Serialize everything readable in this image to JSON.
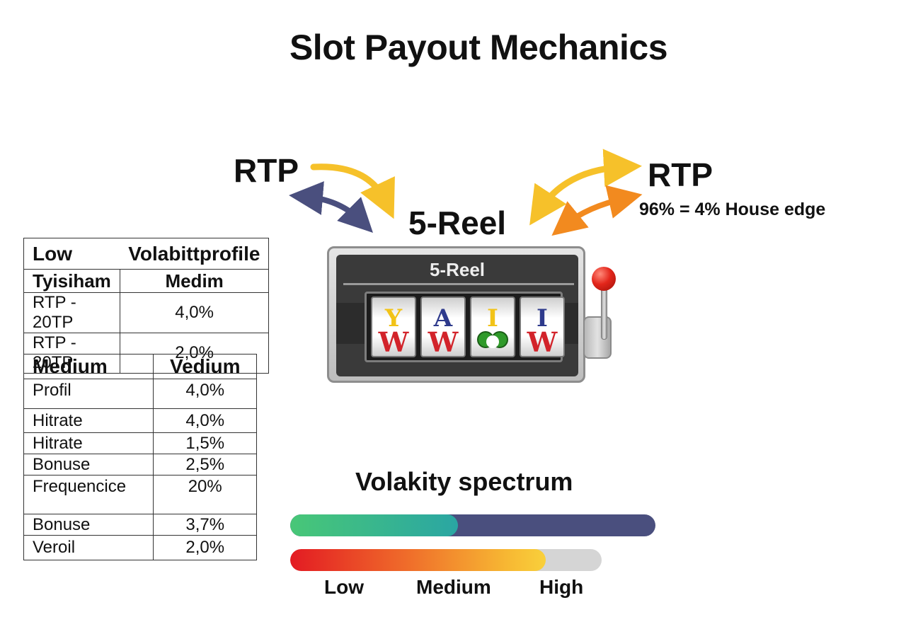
{
  "title": "Slot Payout Mechanics",
  "rtp_left": "RTP",
  "rtp_right": "RTP",
  "house_edge": "96% = 4% House edge",
  "reel_label": "5-Reel",
  "machine": {
    "screen_title": "5-Reel",
    "reels": [
      {
        "top": "Y",
        "bottom": "W",
        "top_color": "#f2c318"
      },
      {
        "top": "A",
        "bottom": "W",
        "top_color": "#2e3a8c"
      },
      {
        "top": "I",
        "bottom": "",
        "top_color": "#f2c318"
      },
      {
        "top": "I",
        "bottom": "W",
        "top_color": "#2e3a8c"
      }
    ]
  },
  "table_low": {
    "header": [
      "Low",
      "Volabittprofile"
    ],
    "subheader": [
      "Tyisiham",
      "Medim"
    ],
    "rows": [
      [
        "RTP - 20TP",
        "4,0%"
      ],
      [
        "RTP - 20TP",
        "2,0%"
      ]
    ]
  },
  "table_medium": {
    "header": [
      "Medium",
      "Vedium"
    ],
    "rows": [
      [
        "Profil",
        "4,0%"
      ],
      [
        "Hitrate",
        "4,0%"
      ],
      [
        "Hitrate",
        "1,5%"
      ],
      [
        "Bonuse",
        "2,5%"
      ],
      [
        "Frequencice",
        "20%"
      ],
      [
        "Bonuse",
        "3,7%"
      ],
      [
        "Veroil",
        "2,0%"
      ]
    ]
  },
  "spectrum": {
    "title": "Volakity spectrum",
    "bar_top_fill": 0.46,
    "bar_bottom_fill": 0.82,
    "levels": [
      "Low",
      "Medium",
      "High"
    ]
  },
  "colors": {
    "arrow_yellow": "#f6c12a",
    "arrow_navy": "#4a4f7e",
    "arrow_orange": "#f28a1f"
  }
}
